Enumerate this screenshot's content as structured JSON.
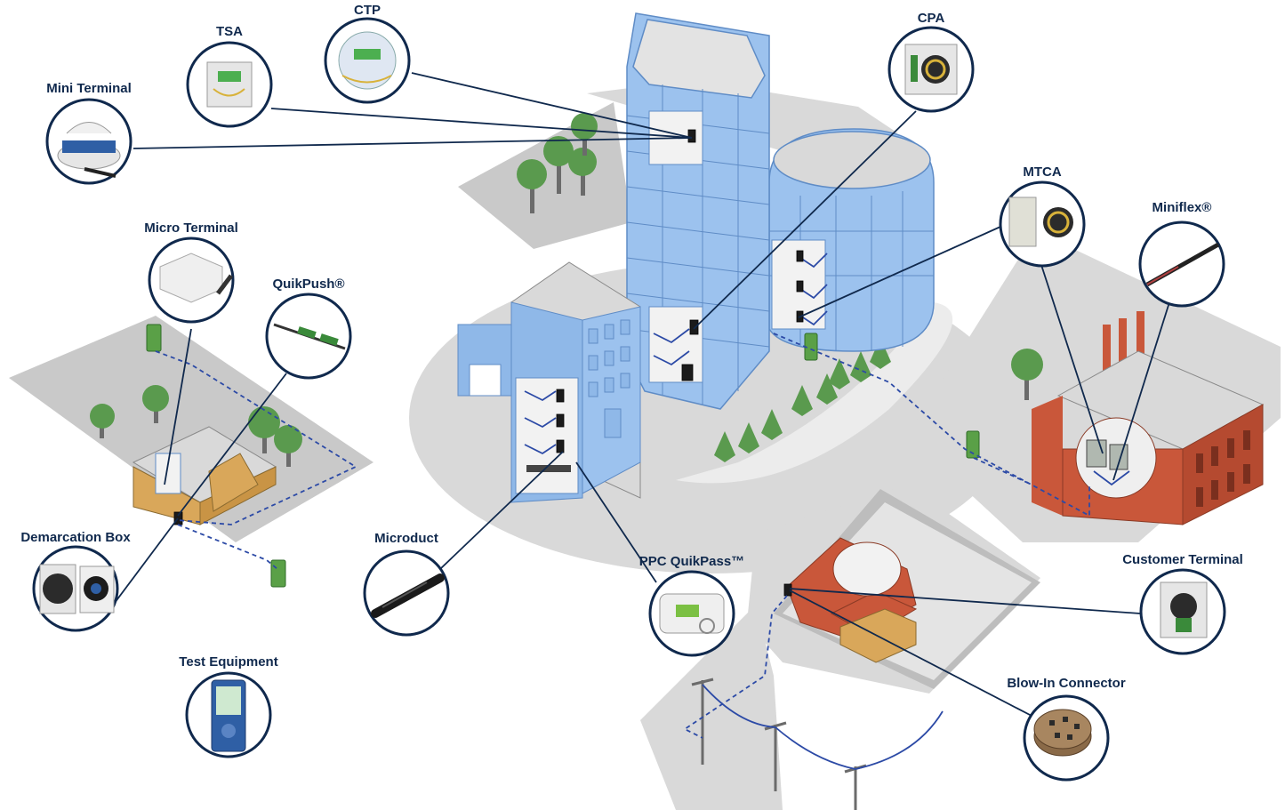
{
  "callouts": {
    "tsa": "TSA",
    "ctp": "CTP",
    "cpa": "CPA",
    "mini_terminal": "Mini Terminal",
    "micro_terminal": "Micro Terminal",
    "quikpush": "QuikPush®",
    "mtca": "MTCA",
    "miniflex": "Miniflex®",
    "demarcation_box": "Demarcation Box",
    "microduct": "Microduct",
    "ppc_quikpass": "PPC QuikPass™",
    "customer_terminal": "Customer Terminal",
    "test_equipment": "Test Equipment",
    "blow_in_connector": "Blow-In Connector"
  },
  "colors": {
    "label": "#10294d",
    "fiber": "#2c4aa6",
    "glass_building": "#9cc2ee",
    "brick": "#c9573a",
    "house": "#d9a75a",
    "cabinet": "#5aa047",
    "ground": "#d9d9d9"
  }
}
